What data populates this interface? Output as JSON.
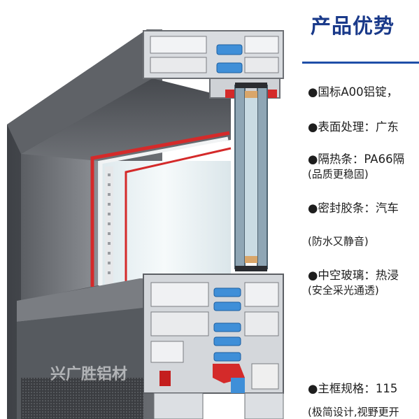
{
  "section_title": "产品优势",
  "watermark": "兴广胜铝材",
  "features": [
    {
      "text": "●国标A00铝锭，"
    },
    {
      "text": "●表面处理：广东"
    },
    {
      "text": "●隔热条：PA66隔",
      "note": "(品质更稳固)"
    },
    {
      "text": "●密封胶条：汽车",
      "note": "(防水又静音)"
    },
    {
      "text": "●中空玻璃：热浸",
      "note": "(安全采光通透)"
    },
    {
      "text": "●主框规格：115",
      "note": "(极简设计,视野更开"
    }
  ],
  "colors": {
    "title": "#1a3a8a",
    "rule": "#1f4fa8",
    "profile_dark": "#55585d",
    "profile_light": "#d9dce0",
    "thermal_break": "#3f8fd8",
    "sealing_strip": "#d42a2a"
  }
}
